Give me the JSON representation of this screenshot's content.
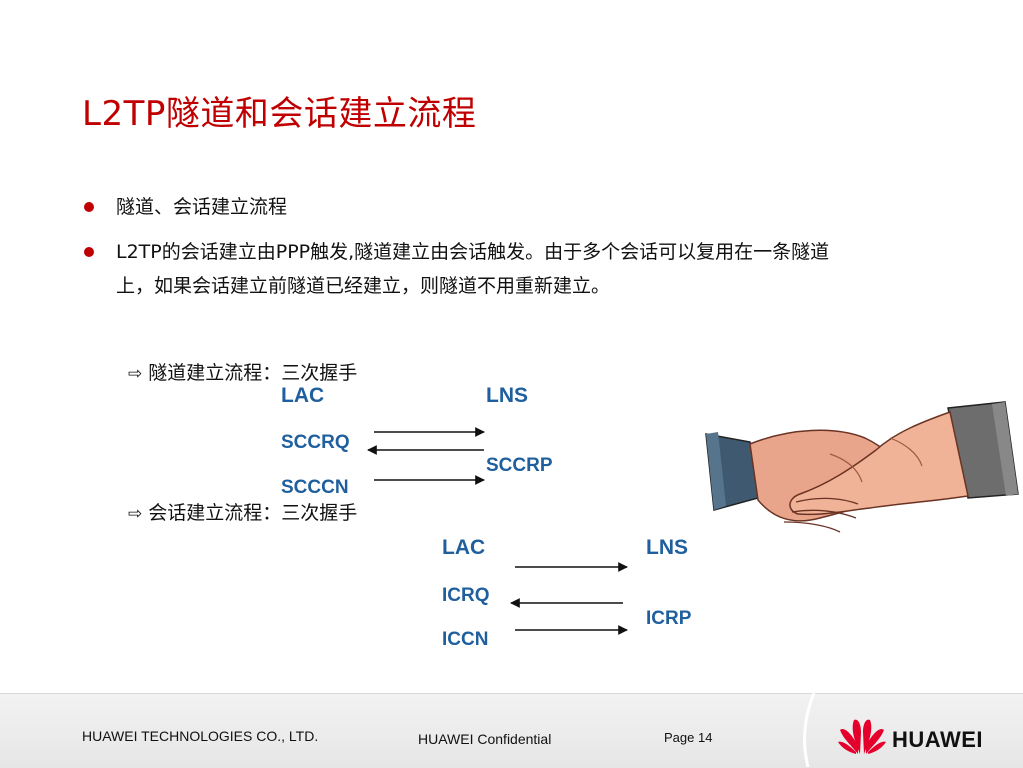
{
  "slide": {
    "title": "L2TP隧道和会话建立流程",
    "bullets": [
      "隧道、会话建立流程",
      "L2TP的会话建立由PPP触发,隧道建立由会话触发。由于多个会话可以复用在一条隧道上，如果会话建立前隧道已经建立，则隧道不用重新建立。"
    ],
    "sub_bullets": [
      "隧道建立流程：三次握手",
      "会话建立流程：三次握手"
    ],
    "sub_bullet_arrow": "⇨"
  },
  "tunnel_diagram": {
    "left_node": "LAC",
    "right_node": "LNS",
    "messages": [
      "SCCRQ",
      "SCCRP",
      "SCCCN"
    ]
  },
  "session_diagram": {
    "left_node": "LAC",
    "right_node": "LNS",
    "messages": [
      "ICRQ",
      "ICRP",
      "ICCN"
    ]
  },
  "colors": {
    "title": "#c00000",
    "label_blue": "#1f5f9e",
    "bullet": "#c00000",
    "brand_red": "#e4002b"
  },
  "footer": {
    "company": "HUAWEI TECHNOLOGIES CO., LTD.",
    "confidential": "HUAWEI Confidential",
    "page": "Page 14",
    "brand": "HUAWEI"
  }
}
